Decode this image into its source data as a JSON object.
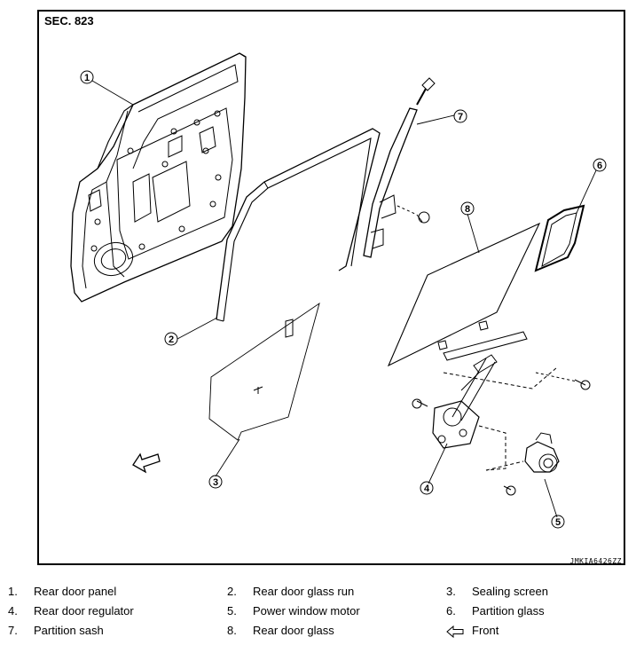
{
  "section_label": "SEC. 823",
  "drawing_code": "JMKIA6426ZZ",
  "callouts": [
    "1",
    "2",
    "3",
    "4",
    "5",
    "6",
    "7",
    "8"
  ],
  "legend": [
    {
      "num": "1.",
      "text": "Rear door panel"
    },
    {
      "num": "2.",
      "text": "Rear door glass run"
    },
    {
      "num": "3.",
      "text": "Sealing screen"
    },
    {
      "num": "4.",
      "text": "Rear door regulator"
    },
    {
      "num": "5.",
      "text": "Power window motor"
    },
    {
      "num": "6.",
      "text": "Partition glass"
    },
    {
      "num": "7.",
      "text": "Partition sash"
    },
    {
      "num": "8.",
      "text": "Rear door glass"
    },
    {
      "icon": "arrow-left-outline-icon",
      "text": "Front"
    }
  ]
}
